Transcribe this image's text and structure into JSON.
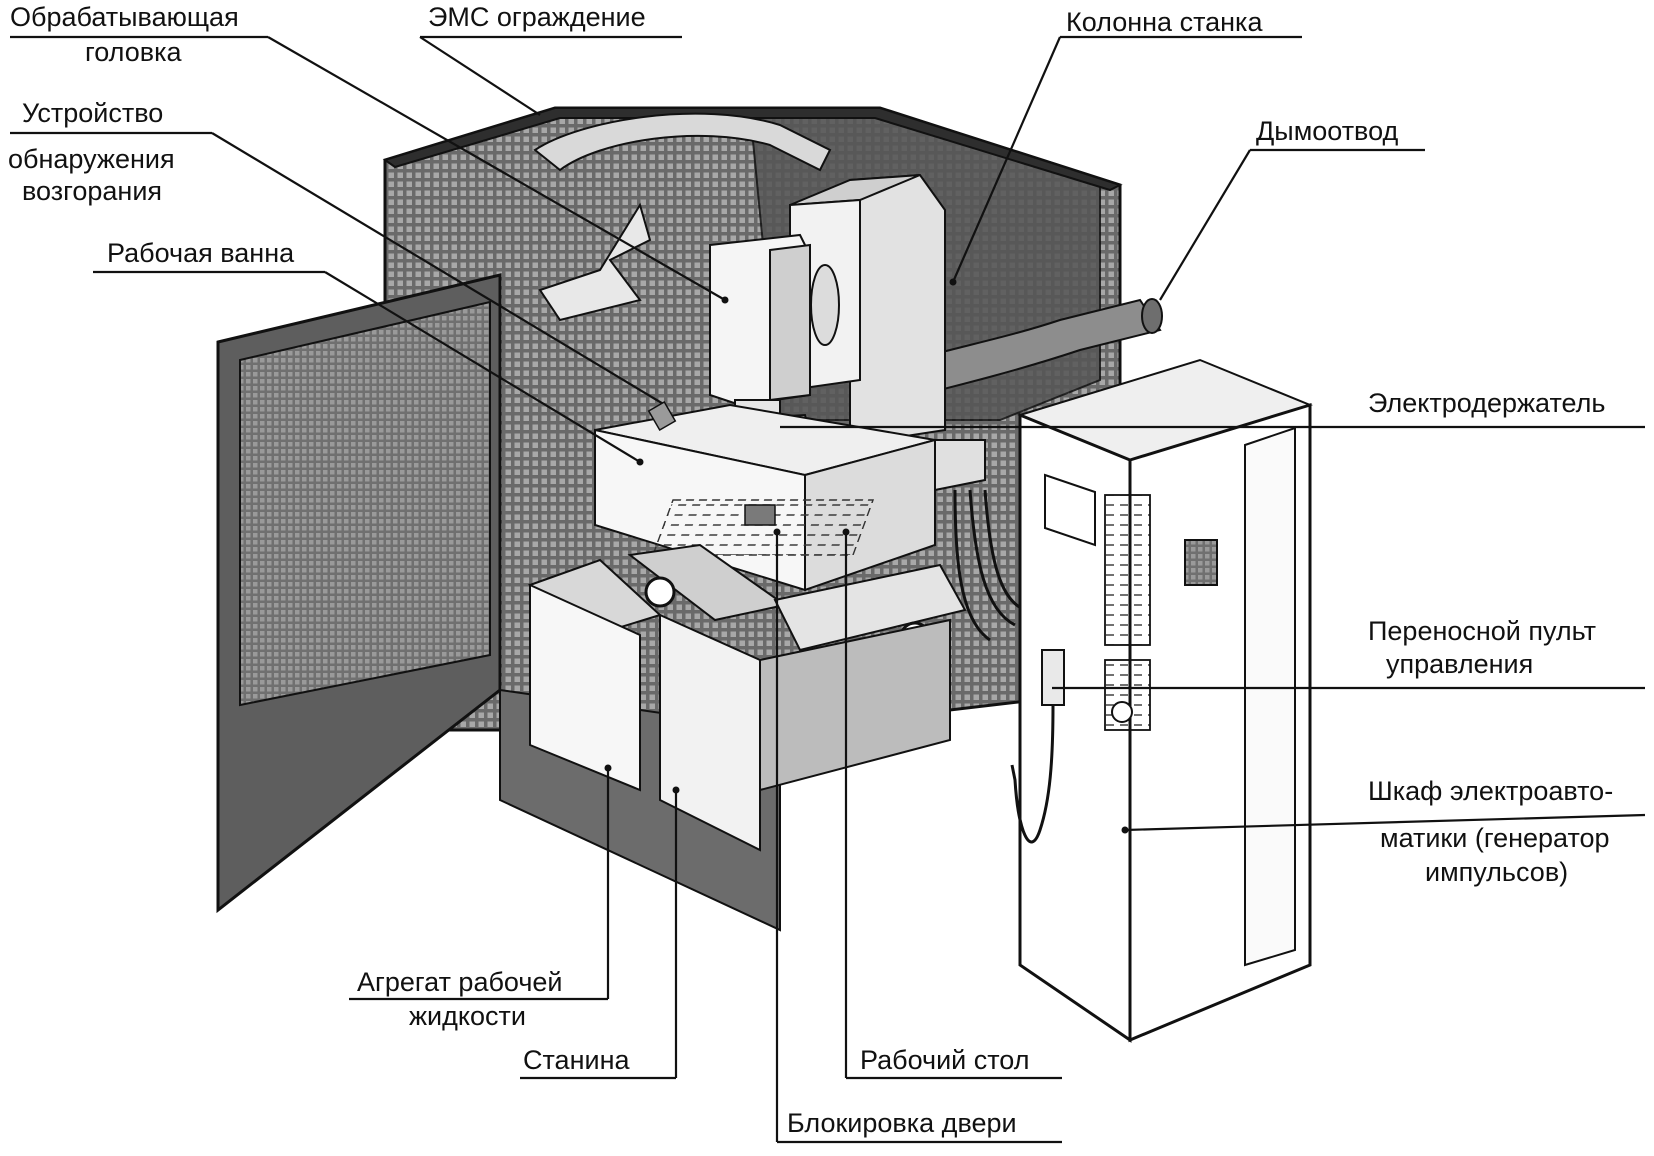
{
  "labels": {
    "processing_head_l1": "Обрабатывающая",
    "processing_head_l2": "головка",
    "emc_enclosure": "ЭМС ограждение",
    "machine_column": "Колонна станка",
    "smoke_exhaust": "Дымоотвод",
    "fire_detector_l1": "Устройство",
    "fire_detector_l2": "обнаружения",
    "fire_detector_l3": "возгорания",
    "work_tank": "Рабочая ванна",
    "electrode_holder": "Электродержатель",
    "portable_panel_l1": "Переносной пульт",
    "portable_panel_l2": "управления",
    "cabinet_l1": "Шкаф электроавто-",
    "cabinet_l2": "матики (генератор",
    "cabinet_l3": "импульсов)",
    "fluid_unit_l1": "Агрегат рабочей",
    "fluid_unit_l2": "жидкости",
    "bed": "Станина",
    "work_table": "Рабочий стол",
    "door_interlock": "Блокировка двери"
  },
  "colors": {
    "ink": "#111111",
    "enclosure_dark": "#5a5a5a",
    "enclosure_mid": "#8a8a8a",
    "enclosure_light": "#b5b5b5",
    "panel_white": "#ffffff"
  }
}
